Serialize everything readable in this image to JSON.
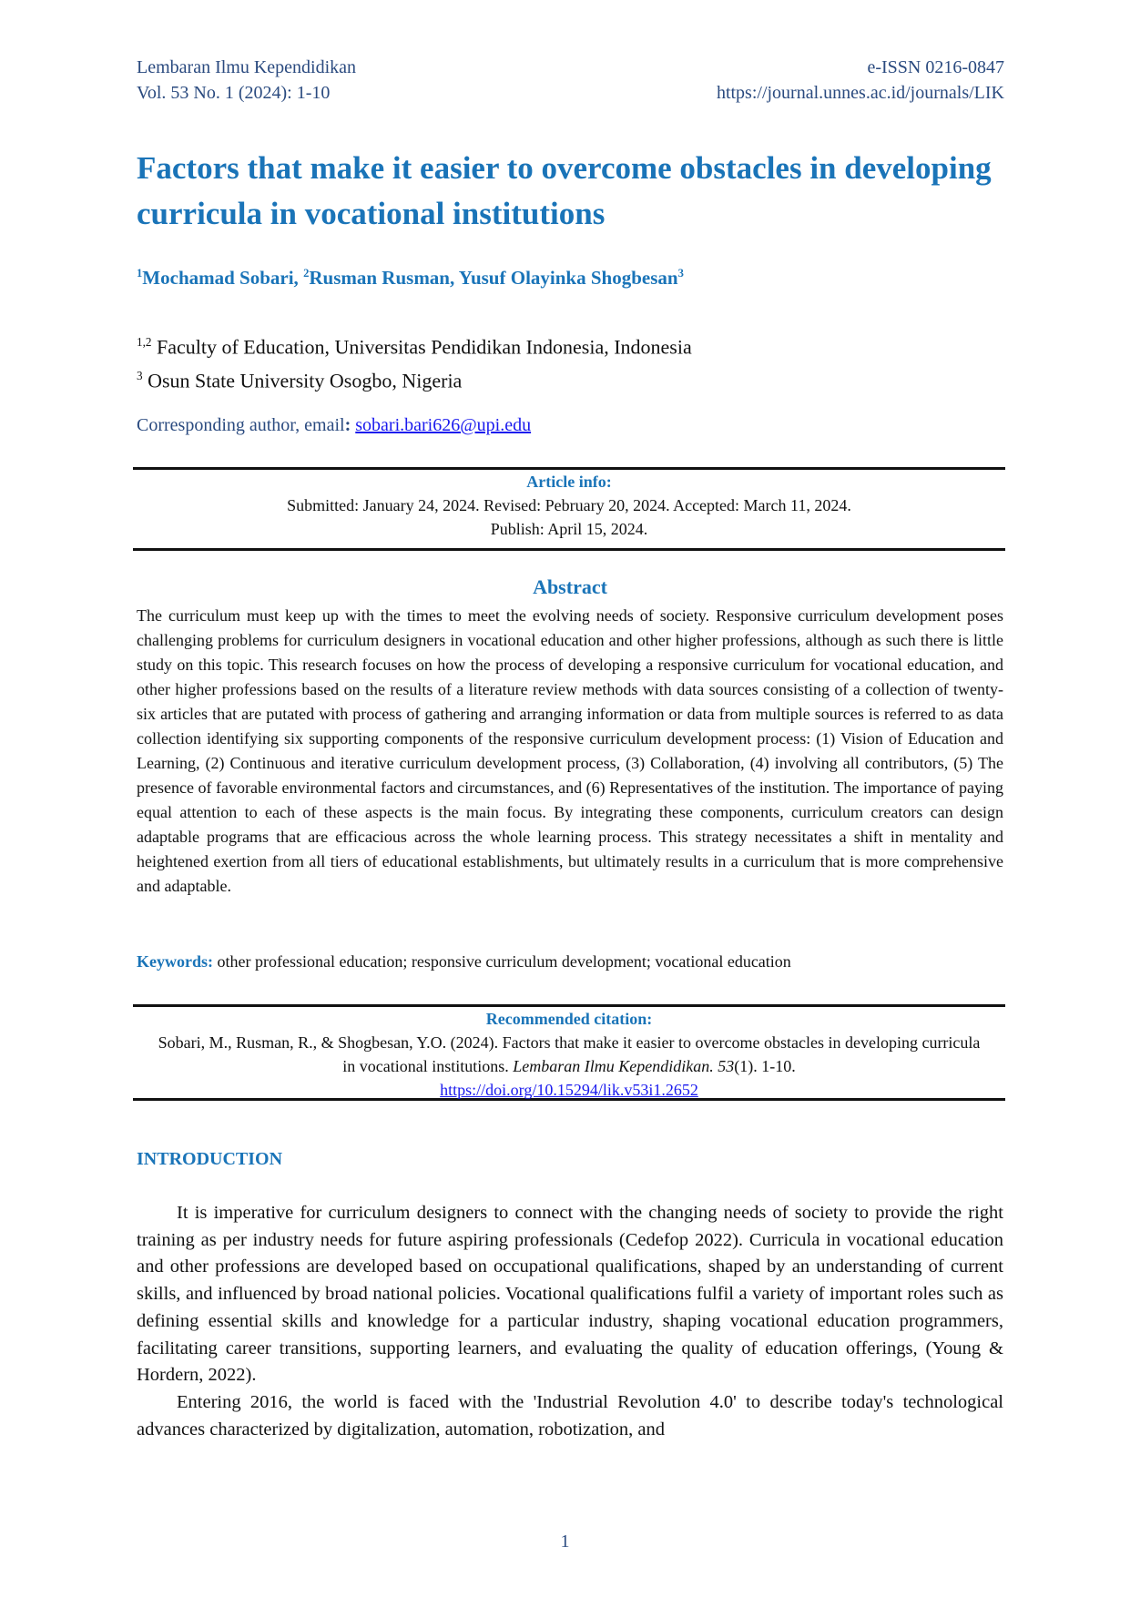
{
  "header": {
    "journal": "Lembaran Ilmu Kependidikan",
    "volume": "Vol. 53 No. 1 (2024): 1-10",
    "issn": "e-ISSN 0216-0847",
    "url": "https://journal.unnes.ac.id/journals/LIK"
  },
  "title": "Factors that make it easier to overcome obstacles in developing curricula in vocational institutions",
  "authors": {
    "a1_sup": "1",
    "a1": "Mochamad Sobari, ",
    "a2_sup": "2",
    "a2": "Rusman Rusman, ",
    "a3": "Yusuf Olayinka Shogbesan",
    "a3_sup": "3"
  },
  "affiliations": [
    {
      "sup": "1,2",
      "text": " Faculty of Education, Universitas Pendidikan Indonesia, Indonesia"
    },
    {
      "sup": "3",
      "text": " Osun State University Osogbo, Nigeria"
    }
  ],
  "corresponding": {
    "label": "Corresponding author, email",
    "colon": ": ",
    "email": "sobari.bari626@upi.edu"
  },
  "article_info": {
    "heading": "Article info:",
    "dates": "Submitted: January 24, 2024. Revised: Pebruary 20, 2024. Accepted: March 11, 2024.",
    "publish": "Publish: April 15, 2024."
  },
  "abstract": {
    "heading": "Abstract",
    "text": "The curriculum must keep up with the times to meet the evolving needs of society. Responsive curriculum development poses challenging problems for curriculum designers in vocational education and other higher professions, although as such there is little study on this topic. This research focuses on how the process of developing a responsive curriculum for vocational education, and other higher professions based on the results of a literature review methods with data sources consisting of a collection of twenty-six articles that are putated with process of gathering and arranging information or data from multiple sources is referred to as data collection identifying six supporting components of the responsive curriculum development process: (1) Vision of Education and Learning,  (2) Continuous and iterative curriculum development process, (3) Collaboration, (4) involving all contributors, (5) The presence of favorable environmental factors and circumstances, and (6) Representatives of the institution. The importance of paying equal attention to each of these aspects is the main focus. By integrating these components, curriculum creators can design adaptable programs that are efficacious across the whole learning process. This strategy necessitates a shift in mentality and heightened exertion from all tiers of educational establishments, but ultimately results in a curriculum that is more comprehensive and adaptable."
  },
  "keywords": {
    "label": "Keywords:",
    "text": " other professional education; responsive curriculum development; vocational education"
  },
  "citation": {
    "heading": "Recommended citation:",
    "text1": "Sobari, M., Rusman, R., & Shogbesan, Y.O. (2024). Factors that make it easier to overcome obstacles in developing curricula in vocational institutions. ",
    "journal": "Lembaran Ilmu Kependidikan. 53",
    "issue": "(1). 1-10.",
    "doi": "https://doi.org/10.15294/lik.v53i1.2652"
  },
  "introduction": {
    "heading": "INTRODUCTION",
    "paragraphs": [
      "It is imperative for curriculum designers to connect with the changing needs of society to provide the right training as per industry needs for future aspiring professionals (Cedefop 2022). Curricula in vocational education and other professions are developed based on occupational qualifications, shaped by an understanding of current skills, and influenced by broad national policies. Vocational qualifications fulfil a variety of important roles such as defining essential skills and knowledge for a particular industry, shaping vocational education programmers, facilitating career transitions, supporting learners, and evaluating the quality of education offerings, (Young & Hordern, 2022).",
      "Entering 2016, the world is faced with the 'Industrial Revolution 4.0' to describe today's technological advances characterized by digitalization, automation, robotization, and"
    ]
  },
  "page_number": "1"
}
